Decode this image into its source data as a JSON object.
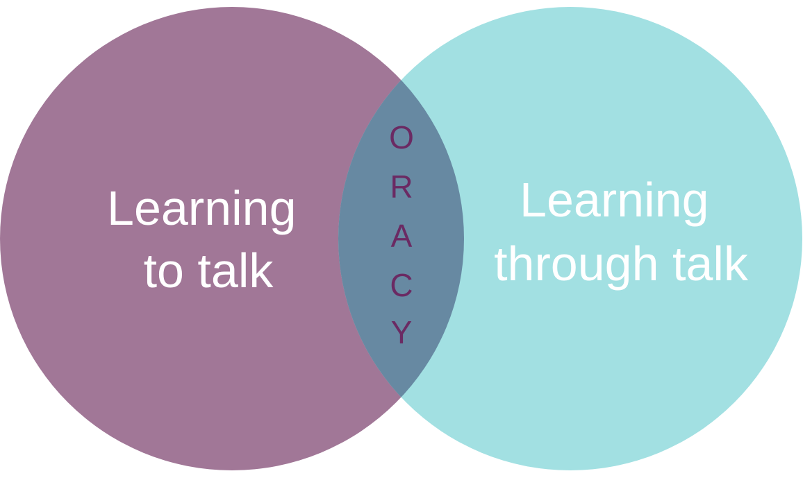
{
  "diagram": {
    "type": "venn",
    "left_circle": {
      "label_lines": [
        "Learning",
        "to talk"
      ],
      "color": "#a17797"
    },
    "right_circle": {
      "label_lines": [
        "Learning",
        "through talk"
      ],
      "color": "#a2e0e2"
    },
    "overlap": {
      "letters": [
        "O",
        "R",
        "A",
        "C",
        "Y"
      ],
      "color": "#6789a2",
      "text_color": "#6b2a63"
    },
    "label_color": "#ffffff"
  }
}
